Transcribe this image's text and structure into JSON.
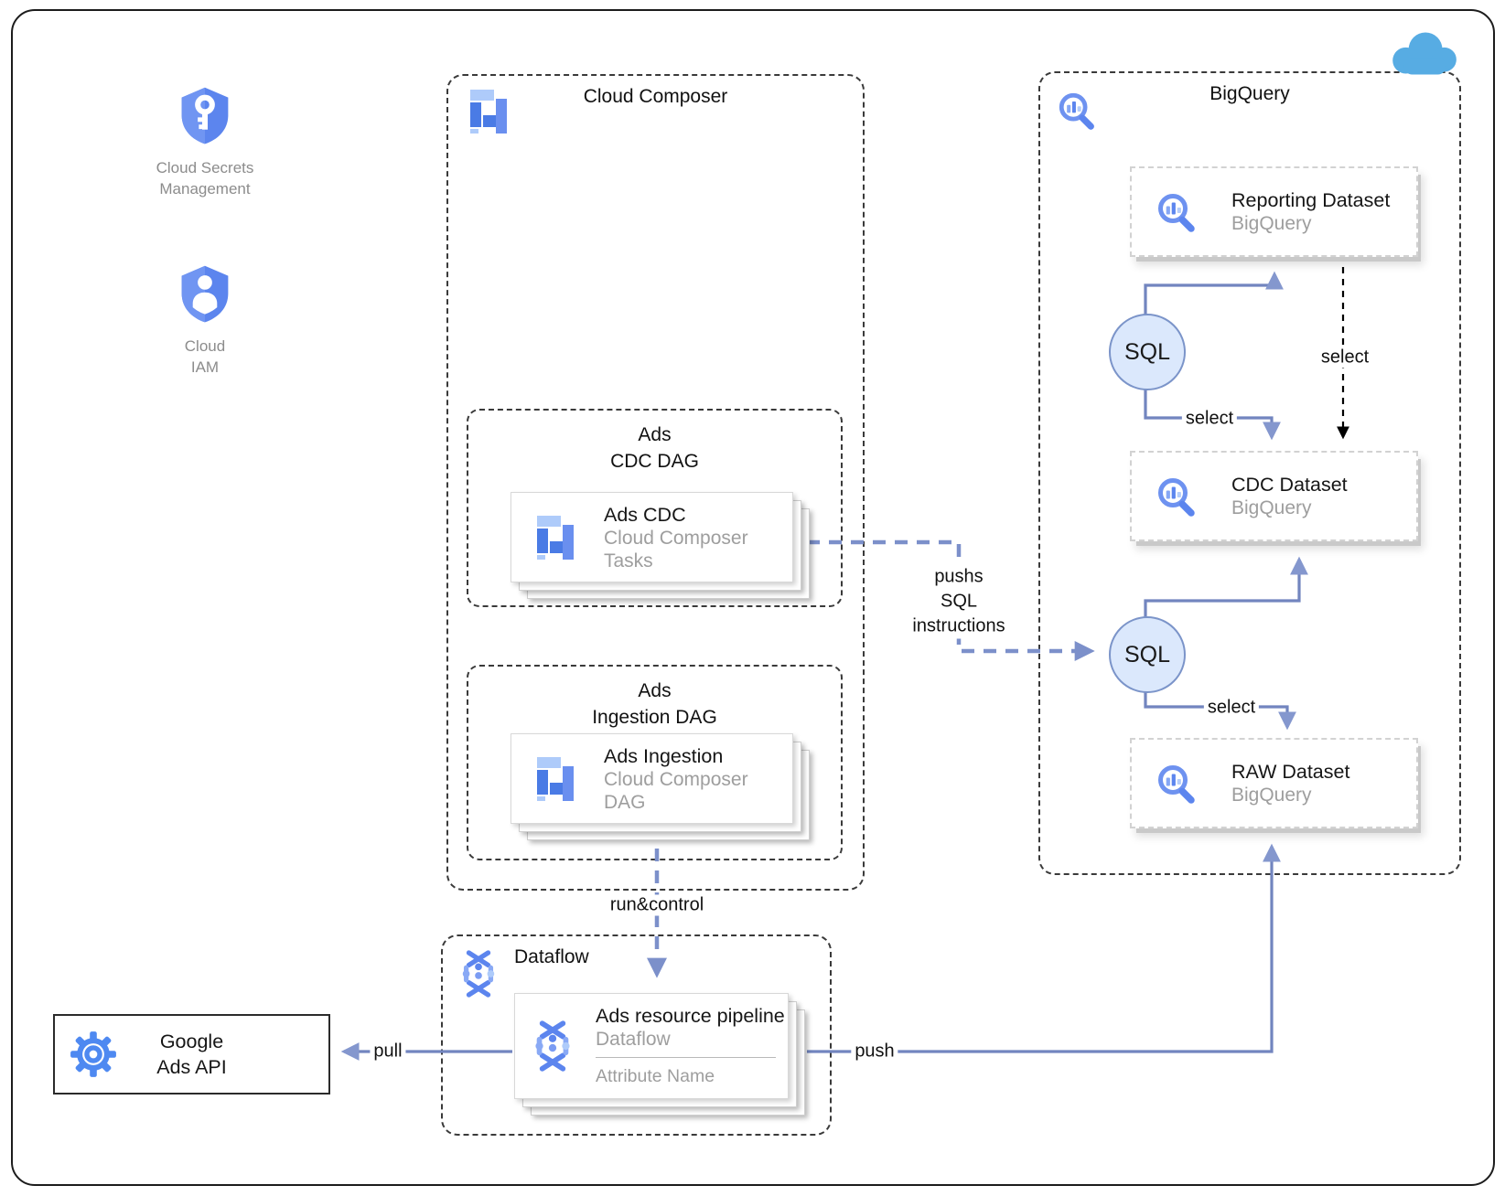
{
  "left_panel": {
    "secrets_label_1": "Cloud Secrets",
    "secrets_label_2": "Management",
    "iam_label_1": "Cloud",
    "iam_label_2": "IAM"
  },
  "composer": {
    "title": "Cloud Composer",
    "cdc_dag": {
      "title_1": "Ads",
      "title_2": "CDC DAG",
      "card": {
        "title": "Ads CDC",
        "subtitle_1": "Cloud Composer",
        "subtitle_2": "Tasks"
      }
    },
    "ingestion_dag": {
      "title_1": "Ads",
      "title_2": "Ingestion DAG",
      "card": {
        "title": "Ads Ingestion",
        "subtitle_1": "Cloud Composer",
        "subtitle_2": "DAG"
      }
    }
  },
  "bigquery": {
    "title": "BigQuery",
    "reporting_card": {
      "title": "Reporting Dataset",
      "subtitle": "BigQuery"
    },
    "cdc_card": {
      "title": "CDC Dataset",
      "subtitle": "BigQuery"
    },
    "raw_card": {
      "title": "RAW Dataset",
      "subtitle": "BigQuery"
    },
    "sql_node_1": "SQL",
    "sql_node_2": "SQL"
  },
  "dataflow": {
    "title": "Dataflow",
    "card": {
      "title": "Ads resource pipeline",
      "subtitle": "Dataflow",
      "attribute": "Attribute Name"
    }
  },
  "google_ads_api": {
    "title_1": "Google",
    "title_2": "Ads API"
  },
  "edge_labels": {
    "select_sql1_to_cdc": "select",
    "select_reporting_to_cdc": "select",
    "select_sql2_to_raw": "select",
    "pushs_1": "pushs",
    "pushs_2": "SQL",
    "pushs_3": "instructions",
    "run_control": "run&control",
    "pull": "pull",
    "push": "push"
  },
  "colors": {
    "icon_blue": "#5C85EE",
    "icon_blue_light": "#AECBFA",
    "arrow_blue": "#7285BF",
    "arrow_head_blue": "#8497CE",
    "dashed_arrow_blue": "#7C90CA",
    "sql_fill": "#DBE8FC",
    "sql_border": "#7B94C9",
    "cloud_blue": "#57ACE3",
    "subtitle_gray": "#9E9E9E",
    "legend_gray": "#8C8C8C"
  }
}
